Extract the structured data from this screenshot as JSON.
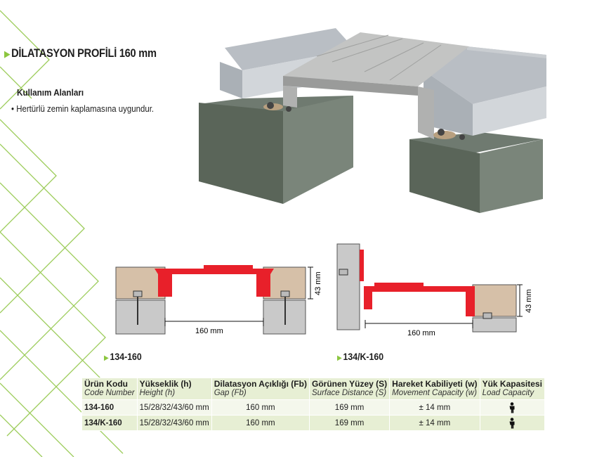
{
  "header": {
    "title": "DİLATASYON PROFİLİ 160 mm"
  },
  "usage": {
    "title": "Kullanım Alanları",
    "items": [
      "Hertürlü zemin kaplamasına uygundur."
    ]
  },
  "sections": [
    {
      "code": "134-160",
      "gap_label": "160 mm",
      "height_label": "43 mm"
    },
    {
      "code": "134/K-160",
      "gap_label": "160 mm",
      "height_label": "43 mm"
    }
  ],
  "table": {
    "headers": [
      {
        "tr": "Ürün Kodu",
        "en": "Code Number"
      },
      {
        "tr": "Yükseklik (h)",
        "en": "Height (h)"
      },
      {
        "tr": "Dilatasyon Açıklığı (Fb)",
        "en": "Gap (Fb)"
      },
      {
        "tr": "Görünen Yüzey (S)",
        "en": "Surface Distance (S)"
      },
      {
        "tr": "Hareket Kabiliyeti (w)",
        "en": "Movement Capacity (w)"
      },
      {
        "tr": "Yük Kapasitesi",
        "en": "Load Capacity"
      }
    ],
    "rows": [
      {
        "code": "134-160",
        "height": "15/28/32/43/60 mm",
        "gap": "160 mm",
        "surface": "169 mm",
        "movement": "± 14 mm",
        "load_icon": "person-icon"
      },
      {
        "code": "134/K-160",
        "height": "15/28/32/43/60 mm",
        "gap": "160 mm",
        "surface": "169 mm",
        "movement": "± 14 mm",
        "load_icon": "person-icon"
      }
    ]
  },
  "colors": {
    "accent": "#8cc63f",
    "profile_red": "#e8202a",
    "table_header": "#e7efd4",
    "table_row_light": "#f4f7ec"
  }
}
